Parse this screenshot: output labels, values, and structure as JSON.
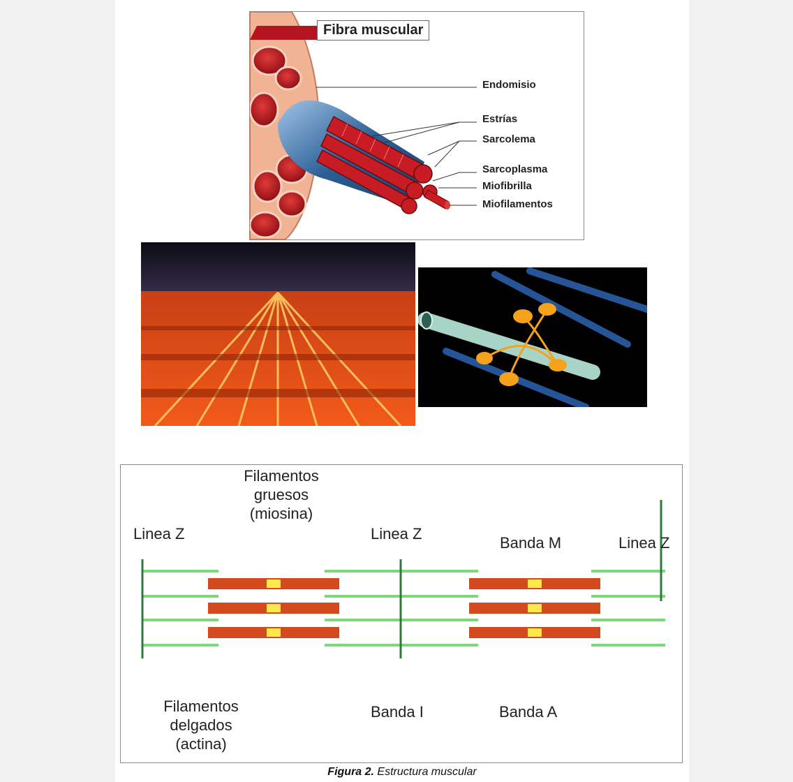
{
  "fiber": {
    "title": "Fibra muscular",
    "labels": {
      "endomisio": "Endomisio",
      "estrias": "Estrías",
      "sarcolema": "Sarcolema",
      "sarcoplasma": "Sarcoplasma",
      "miofibrilla": "Miofibrilla",
      "miofilamentos": "Miofilamentos"
    }
  },
  "sarcomere": {
    "labels": {
      "linea_z_left": "Linea Z",
      "filamentos_gruesos": [
        "Filamentos",
        "gruesos",
        "(miosina)"
      ],
      "linea_z_center": "Linea Z",
      "banda_m": "Banda M",
      "linea_z_right": "Linea Z",
      "filamentos_delgados": [
        "Filamentos",
        "delgados",
        "(actina)"
      ],
      "banda_i": "Banda I",
      "banda_a": "Banda A"
    }
  },
  "caption": {
    "figure": "Figura 2.",
    "text": " Estructura muscular"
  },
  "colors": {
    "actin_green": "#7ed87e",
    "zline_green": "#2f7a3a",
    "myosin_red": "#d24a1e",
    "myosin_yellow": "#ffe94a"
  }
}
